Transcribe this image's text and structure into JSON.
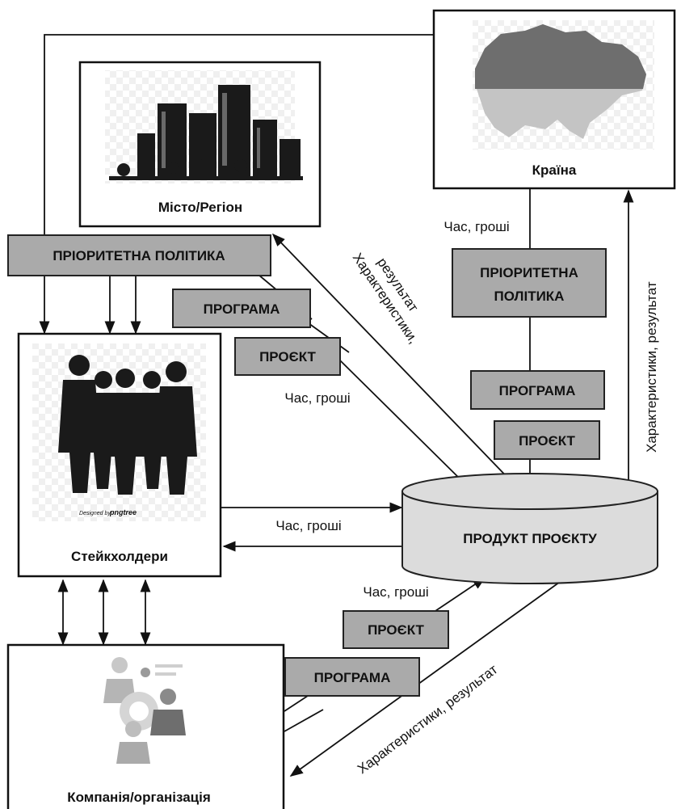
{
  "nodes": {
    "country": "Країна",
    "city": "Місто/Регіон",
    "stakeholders": "Стейкхолдери",
    "company": "Компанія/організація",
    "product": "ПРОДУКТ ПРОЄКТУ"
  },
  "labels": {
    "priority_policy_left": "ПРІОРИТЕТНА ПОЛІТИКА",
    "priority_policy_right_line1": "ПРІОРИТЕТНА",
    "priority_policy_right_line2": "ПОЛІТИКА",
    "program": "ПРОГРАМА",
    "project": "ПРОЄКТ",
    "time_money": "Час, гроші",
    "characteristics_result_line1": "Характеристики,",
    "characteristics_result_line2": "результат",
    "characteristics_result_full": "Характеристики, результат",
    "designed_by": "Designed by",
    "pngtree": "pngtree"
  },
  "colors": {
    "box_gray": "#aaaaaa",
    "product_fill": "#dcdcdc",
    "map_dark": "#6e6e6e",
    "map_light": "#c4c4c4"
  }
}
